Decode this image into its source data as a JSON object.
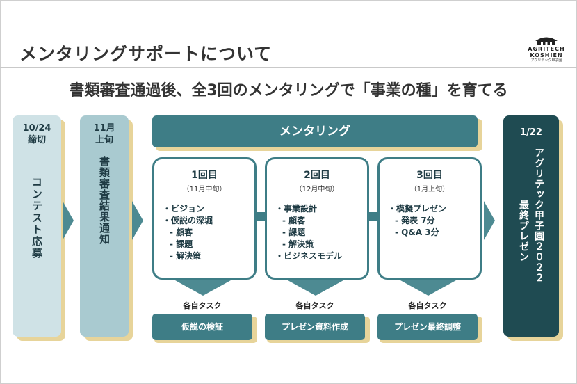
{
  "slide": {
    "title": "メンタリングサポートについて",
    "subtitle": "書類審査通過後、全3回のメンタリングで「事業の種」を育てる"
  },
  "logo": {
    "line1": "AGRITECH",
    "line2": "KOSHIEN",
    "line3": "アグリテック甲子園"
  },
  "timeline": {
    "deadline": {
      "date": "10/24",
      "date2": "締切",
      "label": "コンテスト応募"
    },
    "screening": {
      "date": "11月",
      "date2": "上旬",
      "label": "書類審査結果通知"
    },
    "final": {
      "date": "1/22",
      "label_a": "アグリテック甲子園２０２２",
      "label_b": "最終プレゼン"
    }
  },
  "mentoring": {
    "banner": "メンタリング",
    "rounds": [
      {
        "title": "1回目",
        "period": "（11月中旬）",
        "items": [
          "・ビジョン",
          "・仮説の深堀",
          "- 顧客",
          "- 課題",
          "- 解決策"
        ]
      },
      {
        "title": "2回目",
        "period": "（12月中旬）",
        "items": [
          "・事業設計",
          "- 顧客",
          "- 課題",
          "- 解決策",
          "・ビジネスモデル"
        ]
      },
      {
        "title": "3回目",
        "period": "（1月上旬）",
        "items": [
          "・模擬プレゼン",
          "- 発表 7分",
          "- Q&A 3分"
        ]
      }
    ],
    "tasks_label": "各自タスク",
    "tasks": [
      "仮説の検証",
      "プレゼン資料作成",
      "プレゼン最終調整"
    ]
  },
  "colors": {
    "teal_dark": "#1f4b52",
    "teal": "#3e7d86",
    "teal_light": "#cfe2e6",
    "gold_shadow": "#e7d49a"
  }
}
